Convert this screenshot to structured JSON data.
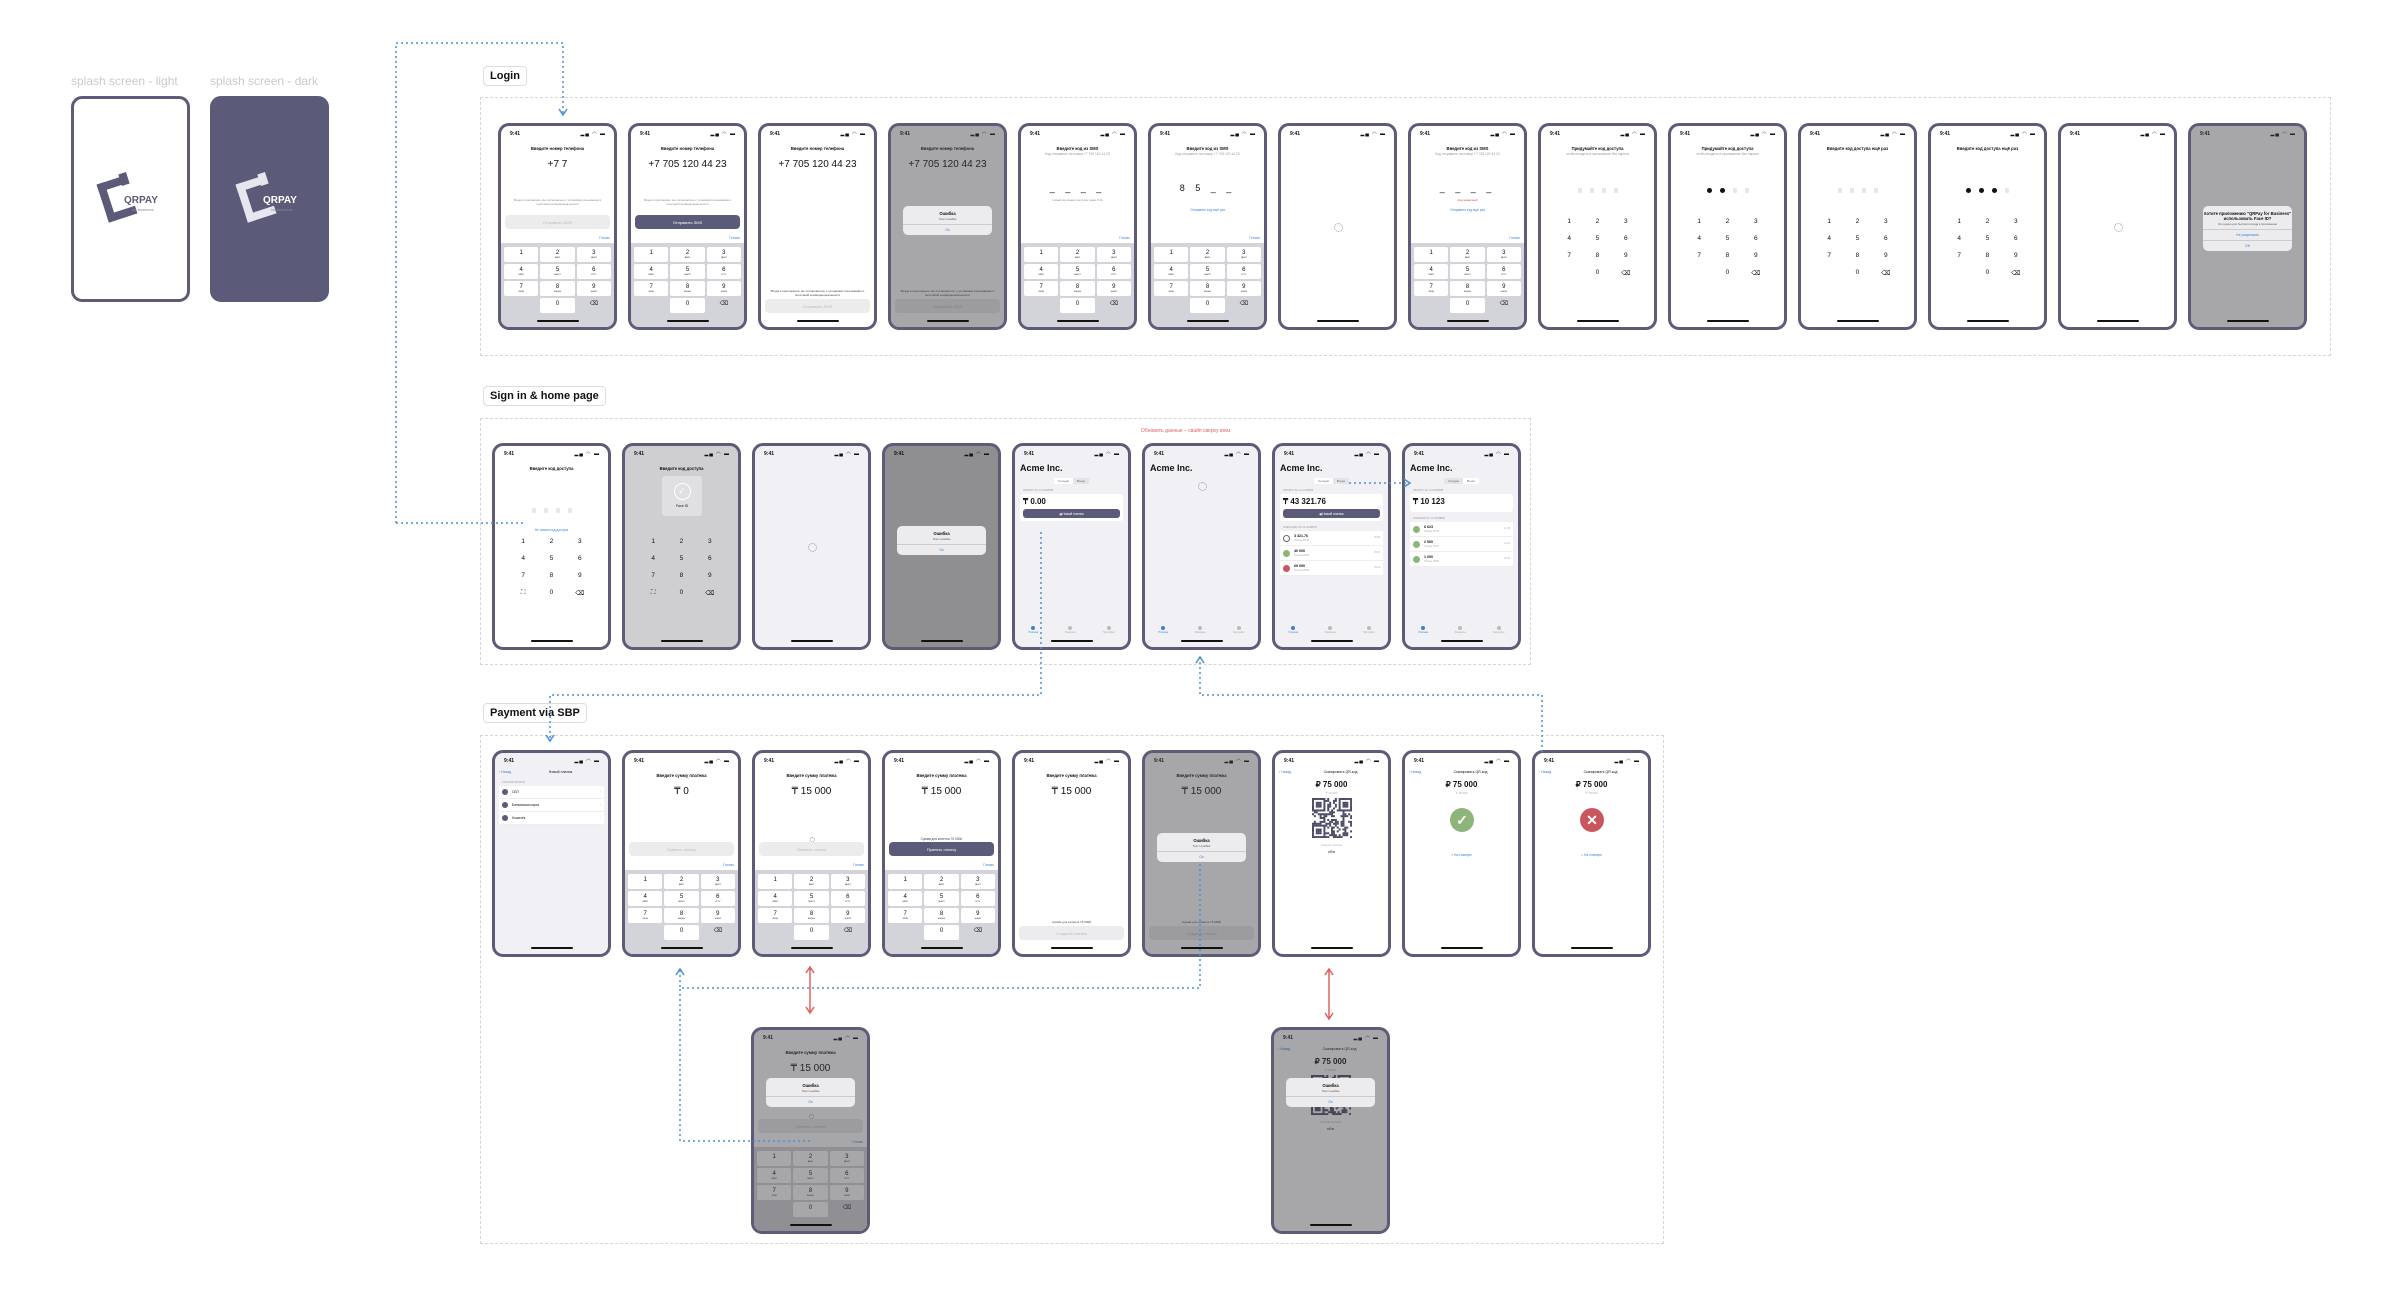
{
  "splash": [
    {
      "label": "splash screen - light",
      "logo": "QRPAY",
      "logo_sub": "for business",
      "theme": "light"
    },
    {
      "label": "splash screen - dark",
      "logo": "QRPAY",
      "logo_sub": "for business",
      "theme": "dark"
    }
  ],
  "status": {
    "time": "9:41",
    "icons": "▂▄ ◠ ▬"
  },
  "keypad": [
    [
      "1",
      ""
    ],
    [
      "2",
      "АБВГ"
    ],
    [
      "3",
      "ДЕЖЗ"
    ],
    [
      "4",
      "ИЙКЛ"
    ],
    [
      "5",
      "МНОП"
    ],
    [
      "6",
      "РСТУ"
    ],
    [
      "7",
      "ФХЦЧ"
    ],
    [
      "8",
      "ШЩЪЫ"
    ],
    [
      "9",
      "ЬЭЮЯ"
    ],
    [
      "",
      ""
    ],
    [
      "0",
      ""
    ],
    [
      "⌫",
      ""
    ]
  ],
  "pinpad": [
    "1",
    "2",
    "3",
    "4",
    "5",
    "6",
    "7",
    "8",
    "9",
    "",
    "0",
    "⌫"
  ],
  "tabs": [
    "Платежи",
    "Возвраты",
    "Настройки"
  ],
  "colors": {
    "accent": "#5b5a78",
    "link": "#3b82d0",
    "success": "#8db57b",
    "error": "#c9565e"
  },
  "sections": [
    {
      "label": "Login",
      "screens": [
        {
          "bg": "white",
          "items": [
            {
              "t": "title",
              "v": "Введите номер телефона"
            },
            {
              "t": "big",
              "v": "+7 7"
            },
            {
              "t": "hint",
              "v": "Входя в приложение, вы соглашаетесь с условиями пользования и политикой конфиденциальности"
            },
            {
              "t": "btn",
              "v": "Отправить SMS"
            },
            {
              "t": "done",
              "v": "Готово"
            },
            {
              "t": "kb"
            }
          ]
        },
        {
          "bg": "white",
          "items": [
            {
              "t": "title",
              "v": "Введите номер телефона"
            },
            {
              "t": "big",
              "v": "+7 705 120 44 23"
            },
            {
              "t": "hint",
              "v": "Входя в приложение, вы соглашаетесь с условиями пользования и политикой конфиденциальности"
            },
            {
              "t": "btn",
              "v": "Отправить SMS",
              "on": true
            },
            {
              "t": "done",
              "v": "Готово"
            },
            {
              "t": "kb"
            }
          ]
        },
        {
          "bg": "white",
          "items": [
            {
              "t": "title",
              "v": "Введите номер телефона"
            },
            {
              "t": "big",
              "v": "+7 705 120 44 23"
            },
            {
              "t": "fhint",
              "v": "Входя в приложение, вы соглашаетесь с условиями пользования и политикой конфиденциальности"
            },
            {
              "t": "fbtn",
              "v": "Отправить SMS"
            }
          ]
        },
        {
          "bg": "white",
          "overlay": true,
          "items": [
            {
              "t": "title",
              "v": "Введите номер телефона"
            },
            {
              "t": "big",
              "v": "+7 705 120 44 23"
            },
            {
              "t": "fhint",
              "v": "Входя в приложение, вы соглашаетесь с условиями пользования и политикой конфиденциальности"
            },
            {
              "t": "fbtn",
              "v": "Отправить SMS"
            },
            {
              "t": "alert",
              "title": "Ошибка",
              "text": "Текст ошибки",
              "buttons": [
                "Ок"
              ]
            }
          ]
        },
        {
          "bg": "white",
          "items": [
            {
              "t": "title",
              "v": "Введите код из SMS"
            },
            {
              "t": "subtitle",
              "v": "Код отправлен на номер +7 705 120 44 23"
            },
            {
              "t": "code",
              "v": "_ _ _ _"
            },
            {
              "t": "hint",
              "v": "Новый код можно получить через 0:14"
            },
            {
              "t": "done",
              "v": "Готово"
            },
            {
              "t": "kb"
            }
          ]
        },
        {
          "bg": "white",
          "items": [
            {
              "t": "title",
              "v": "Введите код из SMS"
            },
            {
              "t": "subtitle",
              "v": "Код отправлен на номер +7 705 120 44 23"
            },
            {
              "t": "code",
              "v": "8 5 _ _"
            },
            {
              "t": "link",
              "v": "Отправить код ещё раз"
            },
            {
              "t": "done",
              "v": "Готово"
            },
            {
              "t": "kb"
            }
          ]
        },
        {
          "bg": "white",
          "items": [
            {
              "t": "spin"
            }
          ]
        },
        {
          "bg": "white",
          "items": [
            {
              "t": "title",
              "v": "Введите код из SMS"
            },
            {
              "t": "subtitle",
              "v": "Код отправлен на номер +7 705 120 44 23"
            },
            {
              "t": "code",
              "v": "_ _ _ _"
            },
            {
              "t": "err",
              "v": "Код неверный"
            },
            {
              "t": "link",
              "v": "Отправить код ещё раз"
            },
            {
              "t": "done",
              "v": "Готово"
            },
            {
              "t": "kb"
            }
          ]
        },
        {
          "bg": "white",
          "items": [
            {
              "t": "title",
              "v": "Придумайте код доступа"
            },
            {
              "t": "subtitle",
              "v": "чтобы входить в приложение без пароля"
            },
            {
              "t": "dots",
              "filled": 0,
              "total": 4
            },
            {
              "t": "pin"
            }
          ]
        },
        {
          "bg": "white",
          "items": [
            {
              "t": "title",
              "v": "Придумайте код доступа"
            },
            {
              "t": "subtitle",
              "v": "чтобы входить в приложение без пароля"
            },
            {
              "t": "dots",
              "filled": 2,
              "total": 4
            },
            {
              "t": "pin"
            }
          ]
        },
        {
          "bg": "white",
          "items": [
            {
              "t": "title",
              "v": "Введите код доступа ещё раз"
            },
            {
              "t": "dots",
              "filled": 0,
              "total": 4
            },
            {
              "t": "pin"
            }
          ]
        },
        {
          "bg": "white",
          "items": [
            {
              "t": "title",
              "v": "Введите код доступа ещё раз"
            },
            {
              "t": "dots",
              "filled": 3,
              "total": 4
            },
            {
              "t": "pin"
            }
          ]
        },
        {
          "bg": "white",
          "items": [
            {
              "t": "spin"
            }
          ]
        },
        {
          "bg": "white",
          "overlay": true,
          "items": [
            {
              "t": "alert",
              "title": "Хотите приложению \"QRPay for Business\" использовать Face ID?",
              "text": "Это нужно для быстрого входа в приложение",
              "buttons": [
                "Не разрешать",
                "OK"
              ]
            }
          ]
        }
      ]
    },
    {
      "label": "Sign in & home page",
      "screens": [
        {
          "bg": "white",
          "items": [
            {
              "t": "title",
              "v": "Введите код доступа"
            },
            {
              "t": "dots",
              "filled": 0,
              "total": 4
            },
            {
              "t": "link",
              "v": "Не помню код доступа"
            },
            {
              "t": "pin",
              "faceid": true
            }
          ]
        },
        {
          "bg": "gray",
          "items": [
            {
              "t": "title",
              "v": "Введите код доступа"
            },
            {
              "t": "dots",
              "filled": 0,
              "total": 4
            },
            {
              "t": "pin",
              "faceid": true
            },
            {
              "t": "fid",
              "v": "Face ID"
            }
          ]
        },
        {
          "bg": "light",
          "items": [
            {
              "t": "spin"
            }
          ]
        },
        {
          "bg": "dim",
          "items": [
            {
              "t": "alert",
              "title": "Ошибка",
              "text": "Текст ошибки",
              "buttons": [
                "Ок"
              ]
            }
          ]
        },
        {
          "bg": "light",
          "items": [
            {
              "t": "home",
              "title": "Acme Inc.",
              "seg": [
                "Сегодня",
                "Вчера"
              ],
              "active": 0,
              "label": "ОБОРОТ ЗА 14 НОЯБРЯ",
              "amount": "₸ 0.00",
              "button": "Новый платеж"
            }
          ]
        },
        {
          "bg": "light",
          "items": [
            {
              "t": "home",
              "title": "Acme Inc.",
              "loading": true
            }
          ]
        },
        {
          "bg": "light",
          "items": [
            {
              "t": "home",
              "title": "Acme Inc.",
              "seg": [
                "Сегодня",
                "Вчера"
              ],
              "active": 0,
              "label": "ОБОРОТ ЗА 14 НОЯБРЯ",
              "amount": "₸ 43 321.76",
              "button": "Новый платеж",
              "section": "ОПЕРАЦИИ ЗА 14 НОЯБРЯ",
              "ops": [
                {
                  "amount": "3 321.76",
                  "sub": "Платеж 34678",
                  "time": "09:25",
                  "status": "pending"
                },
                {
                  "amount": "40 000",
                  "sub": "Платеж 34679",
                  "time": "09:15",
                  "status": "success"
                },
                {
                  "amount": "69 000",
                  "sub": "Платеж 34680",
                  "time": "09:12",
                  "status": "failed"
                }
              ]
            }
          ]
        },
        {
          "bg": "light",
          "items": [
            {
              "t": "home",
              "title": "Acme Inc.",
              "seg": [
                "Сегодня",
                "Вчера"
              ],
              "active": 1,
              "label": "ОБОРОТ ЗА 13 НОЯБРЯ",
              "amount": "₸ 10 123",
              "section": "ПЛАТЕЖИ ЗА 13 НОЯБРЯ",
              "ops": [
                {
                  "amount": "6 623",
                  "sub": "Платеж 34670",
                  "time": "12:15",
                  "status": "success"
                },
                {
                  "amount": "2 500",
                  "sub": "Платеж 34671",
                  "time": "10:12",
                  "status": "success"
                },
                {
                  "amount": "1 000",
                  "sub": "Платеж 34669",
                  "time": "09:10",
                  "status": "success"
                }
              ]
            }
          ]
        }
      ]
    },
    {
      "label": "Payment via SBP",
      "screens": [
        {
          "bg": "light",
          "items": [
            {
              "t": "nav",
              "back": "Назад",
              "title": "Новый платеж"
            },
            {
              "t": "methods",
              "section": "СПОСОБ ОПЛАТЫ",
              "rows": [
                "СБП",
                "Банковская карта",
                "Кошелёк"
              ]
            }
          ]
        },
        {
          "bg": "white",
          "items": [
            {
              "t": "title",
              "v": "Введите сумму платежа"
            },
            {
              "t": "big",
              "v": "₸ 0"
            },
            {
              "t": "btn",
              "v": "Принять оплату"
            },
            {
              "t": "done",
              "v": "Готово"
            },
            {
              "t": "kb"
            }
          ]
        },
        {
          "bg": "white",
          "items": [
            {
              "t": "title",
              "v": "Введите сумму платежа"
            },
            {
              "t": "big",
              "v": "₸ 15 000"
            },
            {
              "t": "spinsm"
            },
            {
              "t": "btn",
              "v": "Принять оплату"
            },
            {
              "t": "done",
              "v": "Готово"
            },
            {
              "t": "kb"
            }
          ]
        },
        {
          "bg": "white",
          "items": [
            {
              "t": "title",
              "v": "Введите сумму платежа"
            },
            {
              "t": "big",
              "v": "₸ 15 000"
            },
            {
              "t": "note",
              "v": "Сумма для клиента 75 000₽"
            },
            {
              "t": "btn",
              "v": "Принять оплату",
              "on": true
            },
            {
              "t": "done",
              "v": "Готово"
            },
            {
              "t": "kb"
            }
          ]
        },
        {
          "bg": "white",
          "items": [
            {
              "t": "title",
              "v": "Введите сумму платежа"
            },
            {
              "t": "big",
              "v": "₸ 15 000"
            },
            {
              "t": "fhint",
              "v": "Сумма для клиента 75 000₽"
            },
            {
              "t": "fbtn",
              "v": "Создаем платеж"
            }
          ]
        },
        {
          "bg": "white",
          "overlay": true,
          "items": [
            {
              "t": "title",
              "v": "Введите сумму платежа"
            },
            {
              "t": "big",
              "v": "₸ 15 000"
            },
            {
              "t": "fhint",
              "v": "Сумма для клиента 75 000₽"
            },
            {
              "t": "fbtn",
              "v": "Создаем платеж"
            },
            {
              "t": "alert",
              "title": "Ошибка",
              "text": "Текст ошибки",
              "buttons": [
                "Ок"
              ]
            }
          ]
        },
        {
          "bg": "white",
          "items": [
            {
              "t": "nav",
              "back": "Назад",
              "title": "Сканировать QR-код"
            },
            {
              "t": "qamt",
              "v": "₽ 75 000"
            },
            {
              "t": "qsub",
              "v": "₸ 15 000"
            },
            {
              "t": "qr"
            },
            {
              "t": "qlab",
              "v": "Способ оплаты"
            },
            {
              "t": "sbp",
              "v": "сбп"
            }
          ]
        },
        {
          "bg": "white",
          "items": [
            {
              "t": "nav",
              "back": "Назад",
              "title": "Сканировать QR-код"
            },
            {
              "t": "qamt",
              "v": "₽ 75 000"
            },
            {
              "t": "qsub",
              "v": "₸ 15 000"
            },
            {
              "t": "res",
              "ok": true
            },
            {
              "t": "homelink",
              "v": "< На главную"
            }
          ]
        },
        {
          "bg": "white",
          "items": [
            {
              "t": "nav",
              "back": "Назад",
              "title": "Сканировать QR-код"
            },
            {
              "t": "qamt",
              "v": "₽ 75 000"
            },
            {
              "t": "qsub",
              "v": "₸ 15 000"
            },
            {
              "t": "res",
              "ok": false
            },
            {
              "t": "homelink",
              "v": "< На главную"
            }
          ]
        },
        {
          "bg": "white",
          "overlay": true,
          "items": [
            {
              "t": "title",
              "v": "Введите сумму платежа"
            },
            {
              "t": "big",
              "v": "₸ 15 000"
            },
            {
              "t": "spinsm"
            },
            {
              "t": "btn",
              "v": "Принять оплату"
            },
            {
              "t": "done",
              "v": "Готово"
            },
            {
              "t": "kb"
            },
            {
              "t": "alert",
              "title": "Ошибка",
              "text": "Текст ошибки",
              "buttons": [
                "Ок"
              ]
            }
          ]
        },
        {
          "bg": "white",
          "overlay": true,
          "items": [
            {
              "t": "nav",
              "back": "Назад",
              "title": "Сканировать QR-код"
            },
            {
              "t": "qamt",
              "v": "₽ 75 000"
            },
            {
              "t": "qsub",
              "v": "₸ 15 000"
            },
            {
              "t": "qr"
            },
            {
              "t": "qlab",
              "v": "Способ оплаты"
            },
            {
              "t": "sbp",
              "v": "сбп"
            },
            {
              "t": "alert",
              "title": "Ошибка",
              "text": "Текст ошибки",
              "buttons": [
                "Ок"
              ]
            }
          ]
        }
      ]
    }
  ],
  "annotation": "Обновить данные – свайп сверху вниз"
}
